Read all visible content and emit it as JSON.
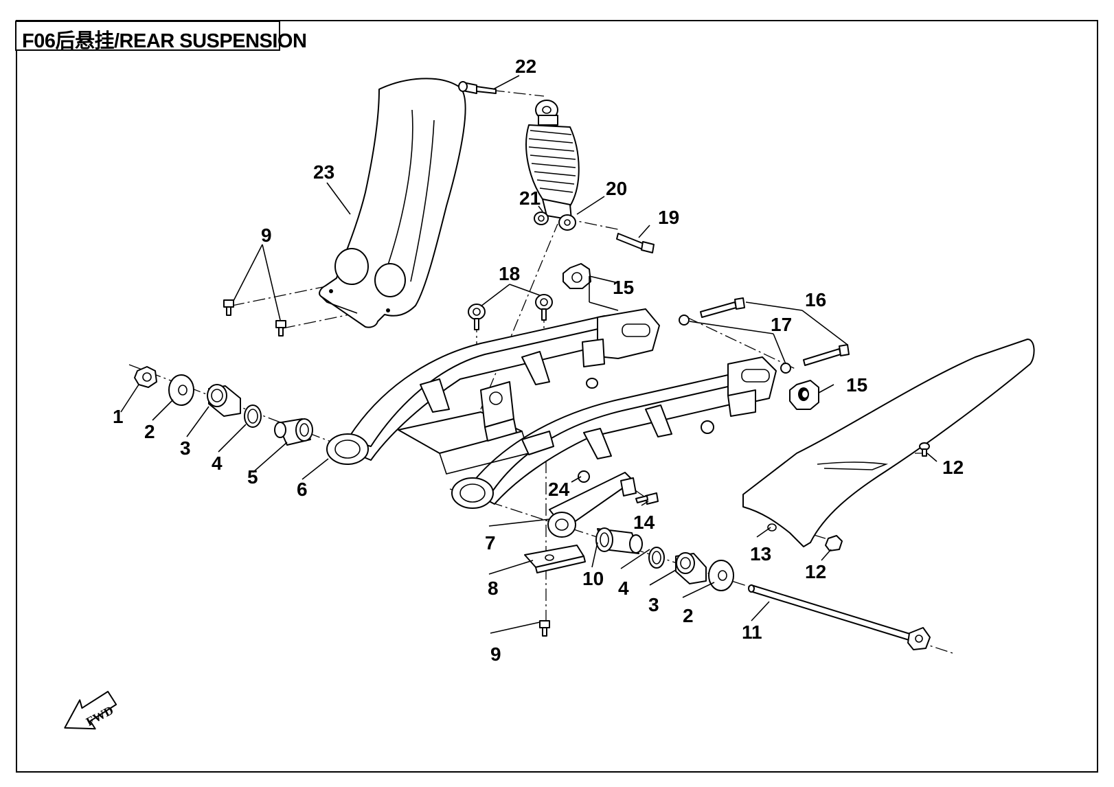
{
  "title": "F06后悬挂/REAR SUSPENSION",
  "direction_label": "FWD",
  "callouts": [
    {
      "id": "c1",
      "label": "1"
    },
    {
      "id": "c2a",
      "label": "2"
    },
    {
      "id": "c3a",
      "label": "3"
    },
    {
      "id": "c4a",
      "label": "4"
    },
    {
      "id": "c5",
      "label": "5"
    },
    {
      "id": "c6",
      "label": "6"
    },
    {
      "id": "c7",
      "label": "7"
    },
    {
      "id": "c8",
      "label": "8"
    },
    {
      "id": "c9a",
      "label": "9"
    },
    {
      "id": "c9b",
      "label": "9"
    },
    {
      "id": "c10",
      "label": "10"
    },
    {
      "id": "c4b",
      "label": "4"
    },
    {
      "id": "c3b",
      "label": "3"
    },
    {
      "id": "c2b",
      "label": "2"
    },
    {
      "id": "c11",
      "label": "11"
    },
    {
      "id": "c12a",
      "label": "12"
    },
    {
      "id": "c12b",
      "label": "12"
    },
    {
      "id": "c13",
      "label": "13"
    },
    {
      "id": "c14",
      "label": "14"
    },
    {
      "id": "c15a",
      "label": "15"
    },
    {
      "id": "c15b",
      "label": "15"
    },
    {
      "id": "c16",
      "label": "16"
    },
    {
      "id": "c17",
      "label": "17"
    },
    {
      "id": "c18",
      "label": "18"
    },
    {
      "id": "c19",
      "label": "19"
    },
    {
      "id": "c20",
      "label": "20"
    },
    {
      "id": "c21",
      "label": "21"
    },
    {
      "id": "c22",
      "label": "22"
    },
    {
      "id": "c23",
      "label": "23"
    },
    {
      "id": "c24",
      "label": "24"
    }
  ]
}
